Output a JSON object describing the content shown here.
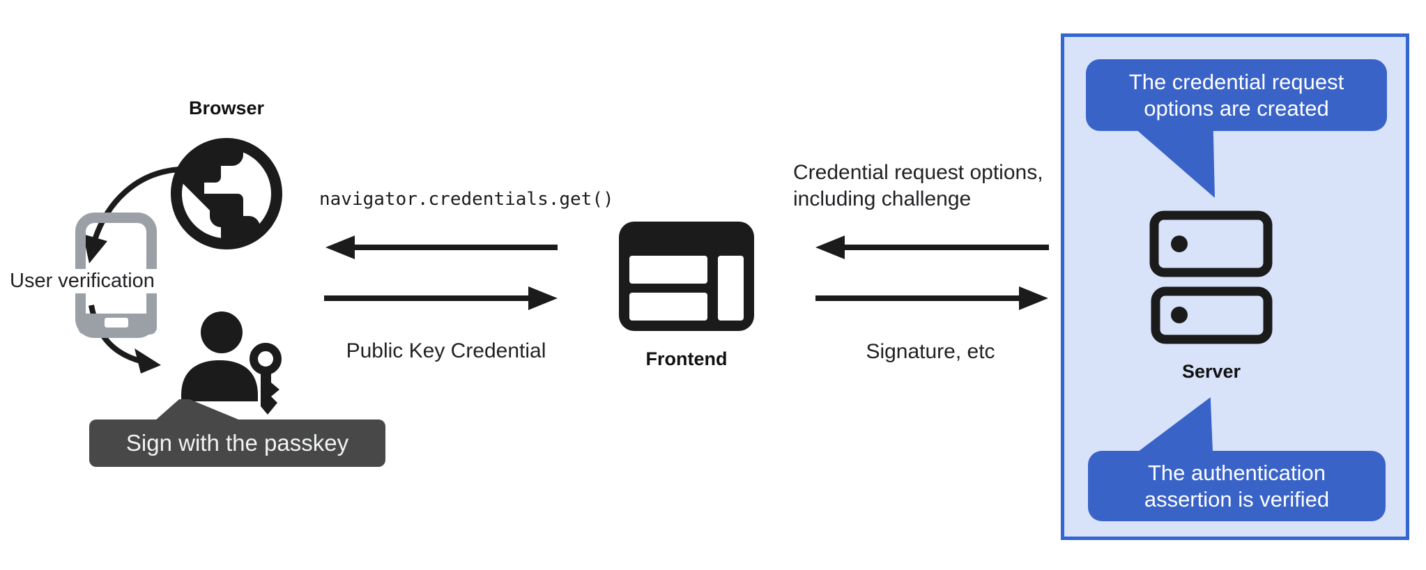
{
  "colors": {
    "ink": "#1b1b1b",
    "text": "#202124",
    "phone_gray": "#9aa0a6",
    "tooltip_gray": "#484848",
    "bubble_blue": "#3a63c8",
    "panel_fill": "#d8e3fa",
    "panel_border": "#3366d1",
    "bubble_text": "#ffffff"
  },
  "actors": {
    "browser_label": "Browser",
    "user_verification_label": "User verification",
    "frontend_label": "Frontend",
    "server_label": "Server"
  },
  "messages": {
    "api_call": "navigator.credentials.get()",
    "public_key_credential": "Public Key Credential",
    "credential_request_options": "Credential request options,\nincluding challenge",
    "signature": "Signature, etc"
  },
  "callouts": {
    "sign_with_passkey": "Sign with the passkey",
    "bubble_top": "The credential request\noptions are created",
    "bubble_bottom": "The authentication\nassertion is verified"
  },
  "icons": {
    "browser": "globe-icon",
    "user_verification": "smartphone-icon",
    "user": "person-icon",
    "passkey": "key-icon",
    "frontend": "browser-window-icon",
    "server": "server-stack-icon"
  }
}
